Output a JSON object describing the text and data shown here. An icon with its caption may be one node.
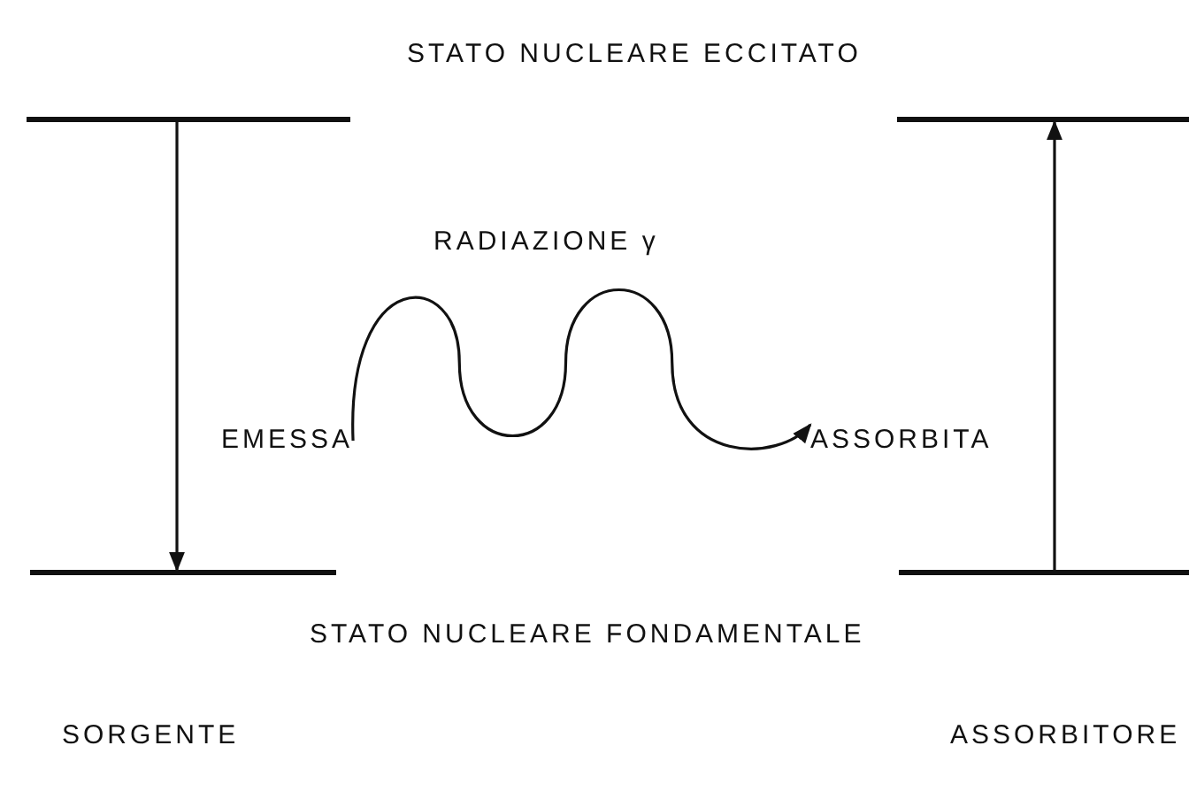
{
  "diagram": {
    "nodes": [
      {
        "text": [],
        "shape": "bar"
      },
      {
        "text": [],
        "shape": "bar"
      },
      {
        "text": [],
        "shape": "bar"
      },
      {
        "text": [],
        "shape": "bar"
      },
      {
        "text": [
          "EMESSA"
        ]
      },
      {
        "text": [
          "ASSORBITA"
        ]
      }
    ],
    "edges": [
      {
        "from": 0,
        "to": 2,
        "arrow": "to"
      },
      {
        "from": 3,
        "to": 1,
        "arrow": "to"
      },
      {
        "from": 4,
        "to": 5,
        "arrow": "to",
        "label": "RADIAZIONE γ"
      }
    ],
    "labels": [
      "STATO NUCLEARE ECCITATO",
      "STATO NUCLEARE FONDAMENTALE",
      "SORGENTE",
      "ASSORBITORE"
    ]
  }
}
